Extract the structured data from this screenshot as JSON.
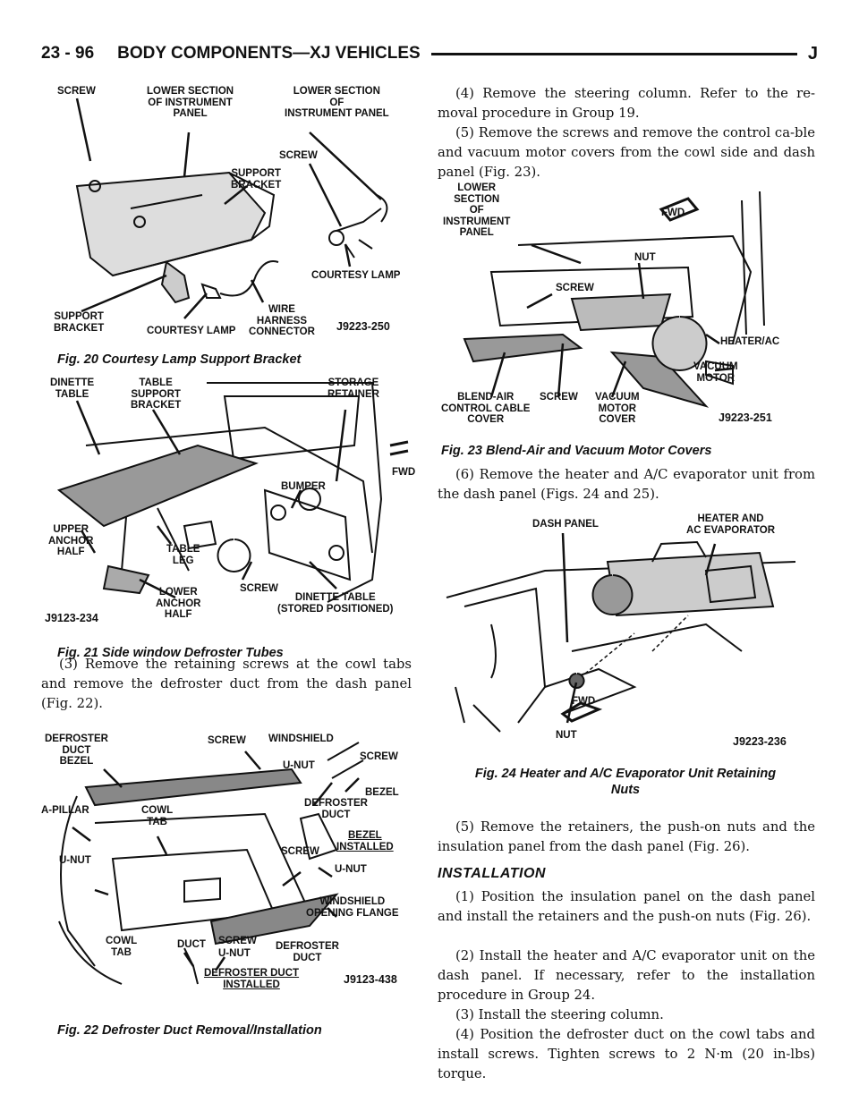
{
  "header": {
    "page_number": "23 - 96",
    "section": "BODY COMPONENTS—XJ VEHICLES",
    "corner": "J"
  },
  "fig20": {
    "labels": {
      "screw_top": "SCREW",
      "lower_section_panel": "LOWER SECTION\nOF INSTRUMENT\nPANEL",
      "lower_section_of_panel": "LOWER SECTION\nOF\nINSTRUMENT PANEL",
      "screw_mid": "SCREW",
      "support_bracket_mid": "SUPPORT\nBRACKET",
      "courtesy_lamp_right": "COURTESY LAMP",
      "support_bracket_bottom": "SUPPORT\nBRACKET",
      "courtesy_lamp_bottom": "COURTESY LAMP",
      "wire_harness": "WIRE\nHARNESS\nCONNECTOR"
    },
    "code": "J9223-250",
    "caption": "Fig. 20 Courtesy Lamp Support Bracket"
  },
  "fig21": {
    "labels": {
      "dinette_table": "DINETTE\nTABLE",
      "table_support": "TABLE\nSUPPORT\nBRACKET",
      "storage_retainer": "STORAGE\nRETAINER",
      "fwd": "FWD",
      "bumper": "BUMPER",
      "upper_anchor": "UPPER\nANCHOR\nHALF",
      "table_leg": "TABLE\nLEG",
      "lower_anchor": "LOWER\nANCHOR\nHALF",
      "screw": "SCREW",
      "dinette_stored": "DINETTE TABLE\n(STORED POSITIONED)"
    },
    "code": "J9123-234",
    "caption": "Fig. 21 Side window Defroster Tubes"
  },
  "para_left_3": "(3) Remove the retaining screws at the cowl tabs and remove the defroster duct from the dash panel (Fig. 22).",
  "fig22": {
    "labels": {
      "defroster_duct_bezel": "DEFROSTER\nDUCT\nBEZEL",
      "screw_top": "SCREW",
      "windshield": "WINDSHIELD",
      "screw_right": "SCREW",
      "u_nut_top": "U-NUT",
      "bezel": "BEZEL",
      "a_pillar": "A-PILLAR",
      "cowl_tab_top": "COWL\nTAB",
      "defroster_duct_mid": "DEFROSTER\nDUCT",
      "bezel_installed": "BEZEL\nINSTALLED",
      "u_nut_left": "U-NUT",
      "screw_center": "SCREW",
      "u_nut_right": "U-NUT",
      "windshield_flange": "WINDSHIELD\nOPENING FLANGE",
      "cowl_tab_bottom": "COWL\nTAB",
      "duct": "DUCT",
      "screw_bottom": "SCREW",
      "u_nut_bottom": "U-NUT",
      "defroster_duct_bottom": "DEFROSTER\nDUCT",
      "defroster_duct_installed": "DEFROSTER DUCT\nINSTALLED"
    },
    "code": "J9123-438",
    "caption": "Fig. 22 Defroster Duct Removal/Installation"
  },
  "para_right_4": "(4) Remove the steering column. Refer to the re-moval procedure in Group 19.",
  "para_right_5": "(5) Remove the screws and remove the control ca-ble and vacuum motor covers from the cowl side and dash panel (Fig. 23).",
  "fig23": {
    "labels": {
      "lower_section": "LOWER\nSECTION\nOF\nINSTRUMENT\nPANEL",
      "fwd": "FWD",
      "nut": "NUT",
      "screw_top": "SCREW",
      "heater_ac": "HEATER/AC",
      "vacuum_motor": "VACUUM\nMOTOR",
      "blend_air": "BLEND-AIR\nCONTROL CABLE\nCOVER",
      "screw_bottom": "SCREW",
      "vacuum_motor_cover": "VACUUM\nMOTOR\nCOVER"
    },
    "code": "J9223-251",
    "caption": "Fig. 23 Blend-Air and Vacuum Motor Covers"
  },
  "para_right_6": "(6) Remove the heater and A/C evaporator unit from the dash panel (Figs. 24 and 25).",
  "fig24": {
    "labels": {
      "dash_panel": "DASH PANEL",
      "heater_evap": "HEATER AND\nAC EVAPORATOR",
      "fwd": "FWD",
      "nut": "NUT"
    },
    "code": "J9223-236",
    "caption_line1": "Fig. 24 Heater and A/C Evaporator Unit Retaining",
    "caption_line2": "Nuts"
  },
  "para_right_5b": "(5) Remove the retainers, the push-on nuts and the insulation panel from the dash panel (Fig. 26).",
  "installation_heading": "INSTALLATION",
  "install_1": "(1) Position the insulation panel on the dash panel and install the retainers and the push-on nuts (Fig. 26).",
  "install_2": "(2) Install the heater and A/C evaporator unit on the dash panel. If necessary, refer to the installation procedure in Group 24.",
  "install_3": "(3) Install the steering column.",
  "install_4": "(4) Position the defroster duct on the cowl tabs and install screws. Tighten screws to 2 N·m (20 in-lbs) torque."
}
